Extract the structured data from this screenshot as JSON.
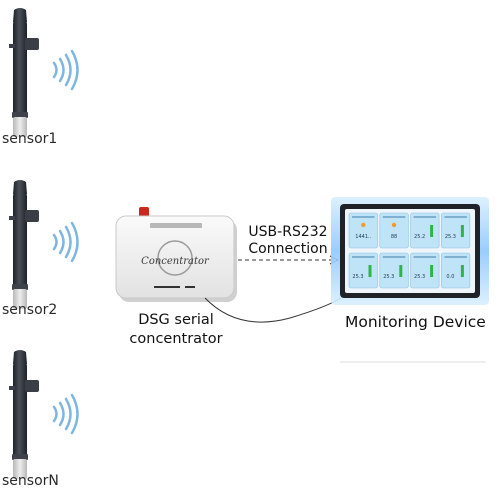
{
  "sensors": [
    {
      "label": "sensor1"
    },
    {
      "label": "sensor2"
    },
    {
      "label": "sensorN"
    }
  ],
  "concentrator": {
    "device_text": "Concentrator",
    "caption_line1": "DSG serial",
    "caption_line2": "concentrator"
  },
  "connection": {
    "line1": "USB-RS232",
    "line2": "Connection"
  },
  "monitor": {
    "label": "Monitoring Device",
    "tiles": [
      {
        "value": "1441.."
      },
      {
        "value": "88"
      },
      {
        "value": "25.2"
      },
      {
        "value": "25.3"
      },
      {
        "value": "25.3"
      },
      {
        "value": "25.3"
      },
      {
        "value": "25.3"
      },
      {
        "value": "0.0"
      }
    ]
  },
  "colors": {
    "sensor_body": "#2d3138",
    "sensor_tip": "#dcdcdc",
    "wave": "#7fb6e0",
    "antenna": "#c8281e",
    "monitor_glow": "#9fd0ff",
    "tile_bg": "#bfe3f7",
    "indicator_green": "#32b34a"
  }
}
